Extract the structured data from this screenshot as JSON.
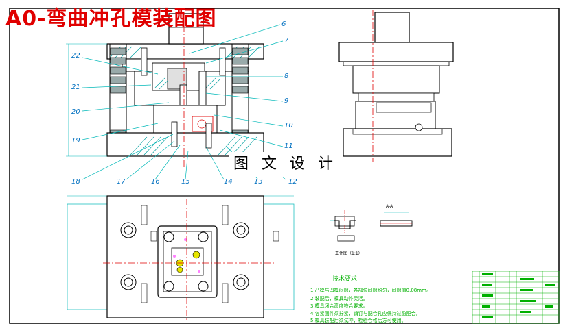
{
  "title": "A0-弯曲冲孔模装配图",
  "watermark": "图 文 设 计",
  "part_numbers": {
    "left": [
      "22",
      "21",
      "20",
      "19",
      "18"
    ],
    "right": [
      "6",
      "7",
      "8",
      "9",
      "10",
      "11"
    ],
    "bottom": [
      "17",
      "16",
      "15",
      "14",
      "13",
      "12"
    ]
  },
  "section_labels": {
    "detail_a": "A-A",
    "workpiece": "工件图（1:1）",
    "tech_title": "技术要求"
  },
  "tech_requirements": [
    "1.凸模与凹模间隙，各部位间隙均匀，间隙值0.08mm。",
    "2.装配后，模具动作灵活。",
    "3.模具闭合高度符合要求。",
    "4.各紧固件须拧紧，销钉与配合孔应保持过盈配合。",
    "5.模具装配后须试冲，检验合格后方可使用。"
  ],
  "colors": {
    "line": "#000000",
    "centerline": "#e00000",
    "dimension": "#00b8b8",
    "fill": "#00a0a0",
    "highlight": "#e6e600",
    "hidden": "#ff00ff",
    "table": "#00b000"
  }
}
